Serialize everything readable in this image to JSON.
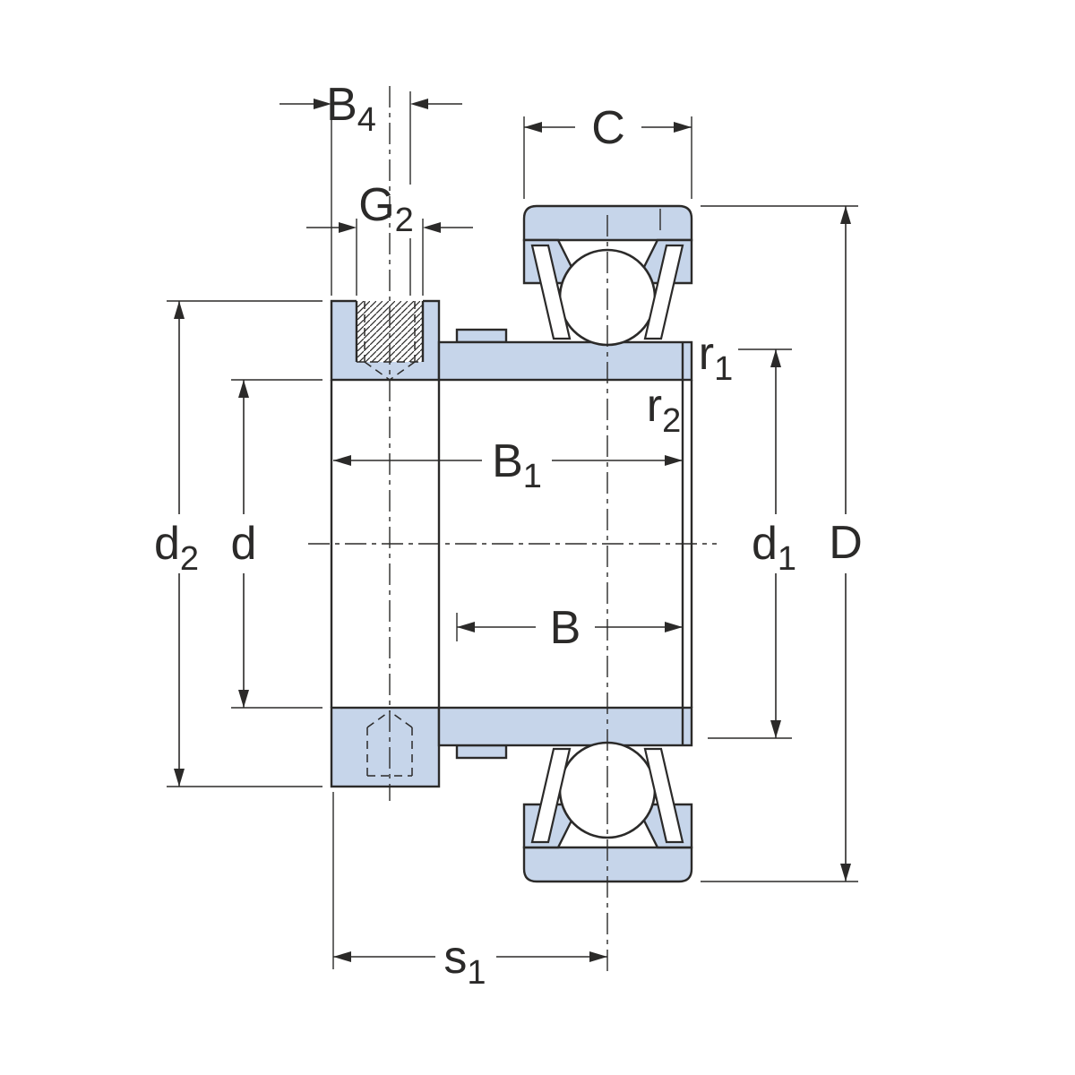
{
  "drawing": {
    "colors": {
      "fill": "#c6d5ea",
      "line": "#2b2a29",
      "background": "#ffffff"
    },
    "labels": {
      "b4": {
        "base": "B",
        "sub": "4"
      },
      "g2": {
        "base": "G",
        "sub": "2"
      },
      "c": {
        "base": "C",
        "sub": ""
      },
      "r1": {
        "base": "r",
        "sub": "1"
      },
      "r2": {
        "base": "r",
        "sub": "2"
      },
      "b1": {
        "base": "B",
        "sub": "1"
      },
      "b": {
        "base": "B",
        "sub": ""
      },
      "d2": {
        "base": "d",
        "sub": "2"
      },
      "d": {
        "base": "d",
        "sub": ""
      },
      "d1": {
        "base": "d",
        "sub": "1"
      },
      "D": {
        "base": "D",
        "sub": ""
      },
      "s1": {
        "base": "s",
        "sub": "1"
      }
    }
  }
}
